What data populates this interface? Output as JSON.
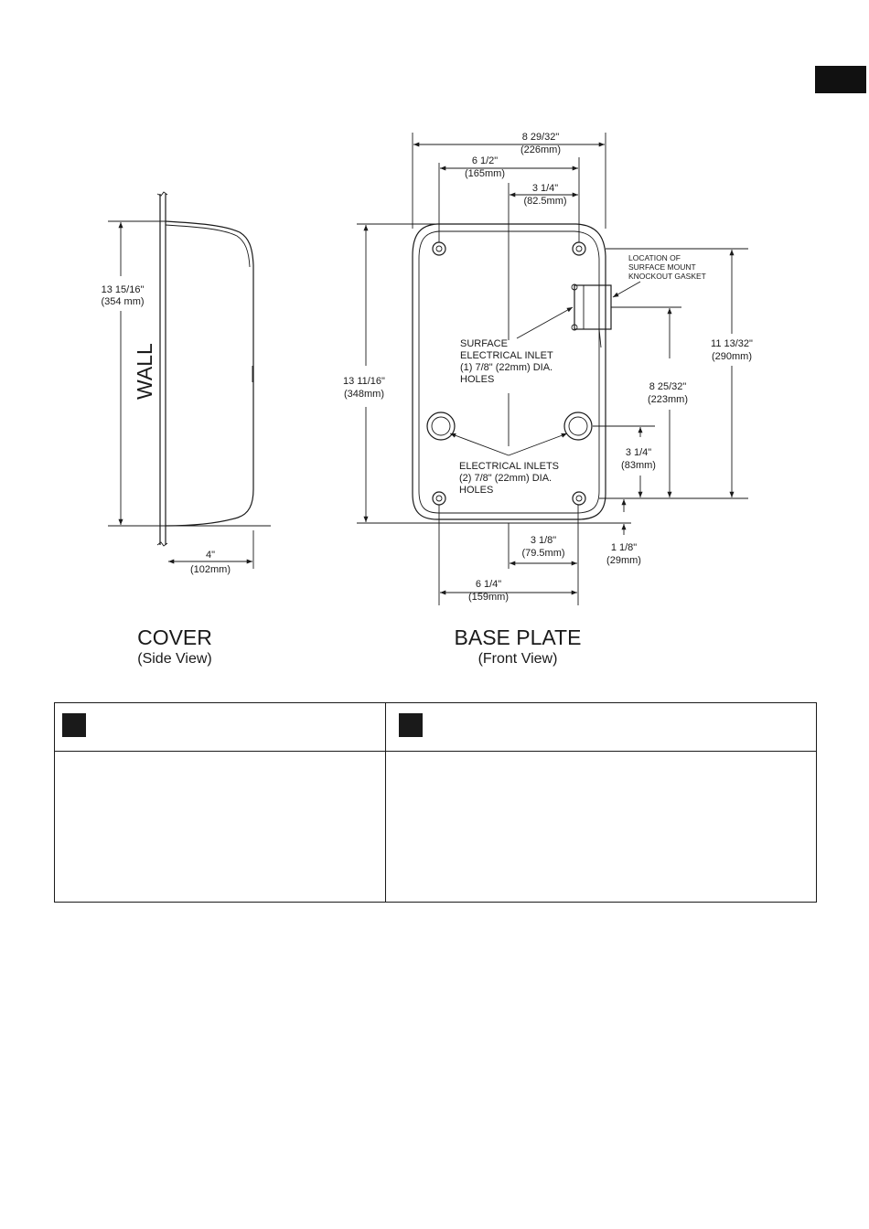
{
  "cover": {
    "wall_label": "WALL",
    "height_in": "13 15/16\"",
    "height_mm": "(354 mm)",
    "depth_in": "4\"",
    "depth_mm": "(102mm)",
    "title": "COVER",
    "subtitle": "(Side View)"
  },
  "base_plate": {
    "title": "BASE PLATE",
    "subtitle": "(Front View)",
    "overall_width_in": "8 29/32\"",
    "overall_width_mm": "(226mm)",
    "top_hole_span_in": "6 1/2\"",
    "top_hole_span_mm": "(165mm)",
    "half_width_in": "3 1/4\"",
    "half_width_mm": "(82.5mm)",
    "overall_height_in": "13 11/16\"",
    "overall_height_mm": "(348mm)",
    "gasket_note": [
      "LOCATION OF",
      "SURFACE MOUNT",
      "KNOCKOUT GASKET"
    ],
    "gasket_height_in": "11 13/32\"",
    "gasket_height_mm": "(290mm)",
    "inlet_height_in": "8 25/32\"",
    "inlet_height_mm": "(223mm)",
    "surface_inlet_note": [
      "SURFACE",
      "ELECTRICAL INLET",
      "(1) 7/8\" (22mm) DIA.",
      "HOLES"
    ],
    "electrical_inlets_note": [
      "ELECTRICAL INLETS",
      "(2) 7/8\" (22mm) DIA.",
      "HOLES"
    ],
    "inlet_to_hole_in": "3 1/4\"",
    "inlet_to_hole_mm": "(83mm)",
    "bottom_offset_in": "1 1/8\"",
    "bottom_offset_mm": "(29mm)",
    "bottom_half_in": "3 1/8\"",
    "bottom_half_mm": "(79.5mm)",
    "bottom_hole_span_in": "6 1/4\"",
    "bottom_hole_span_mm": "(159mm)"
  }
}
